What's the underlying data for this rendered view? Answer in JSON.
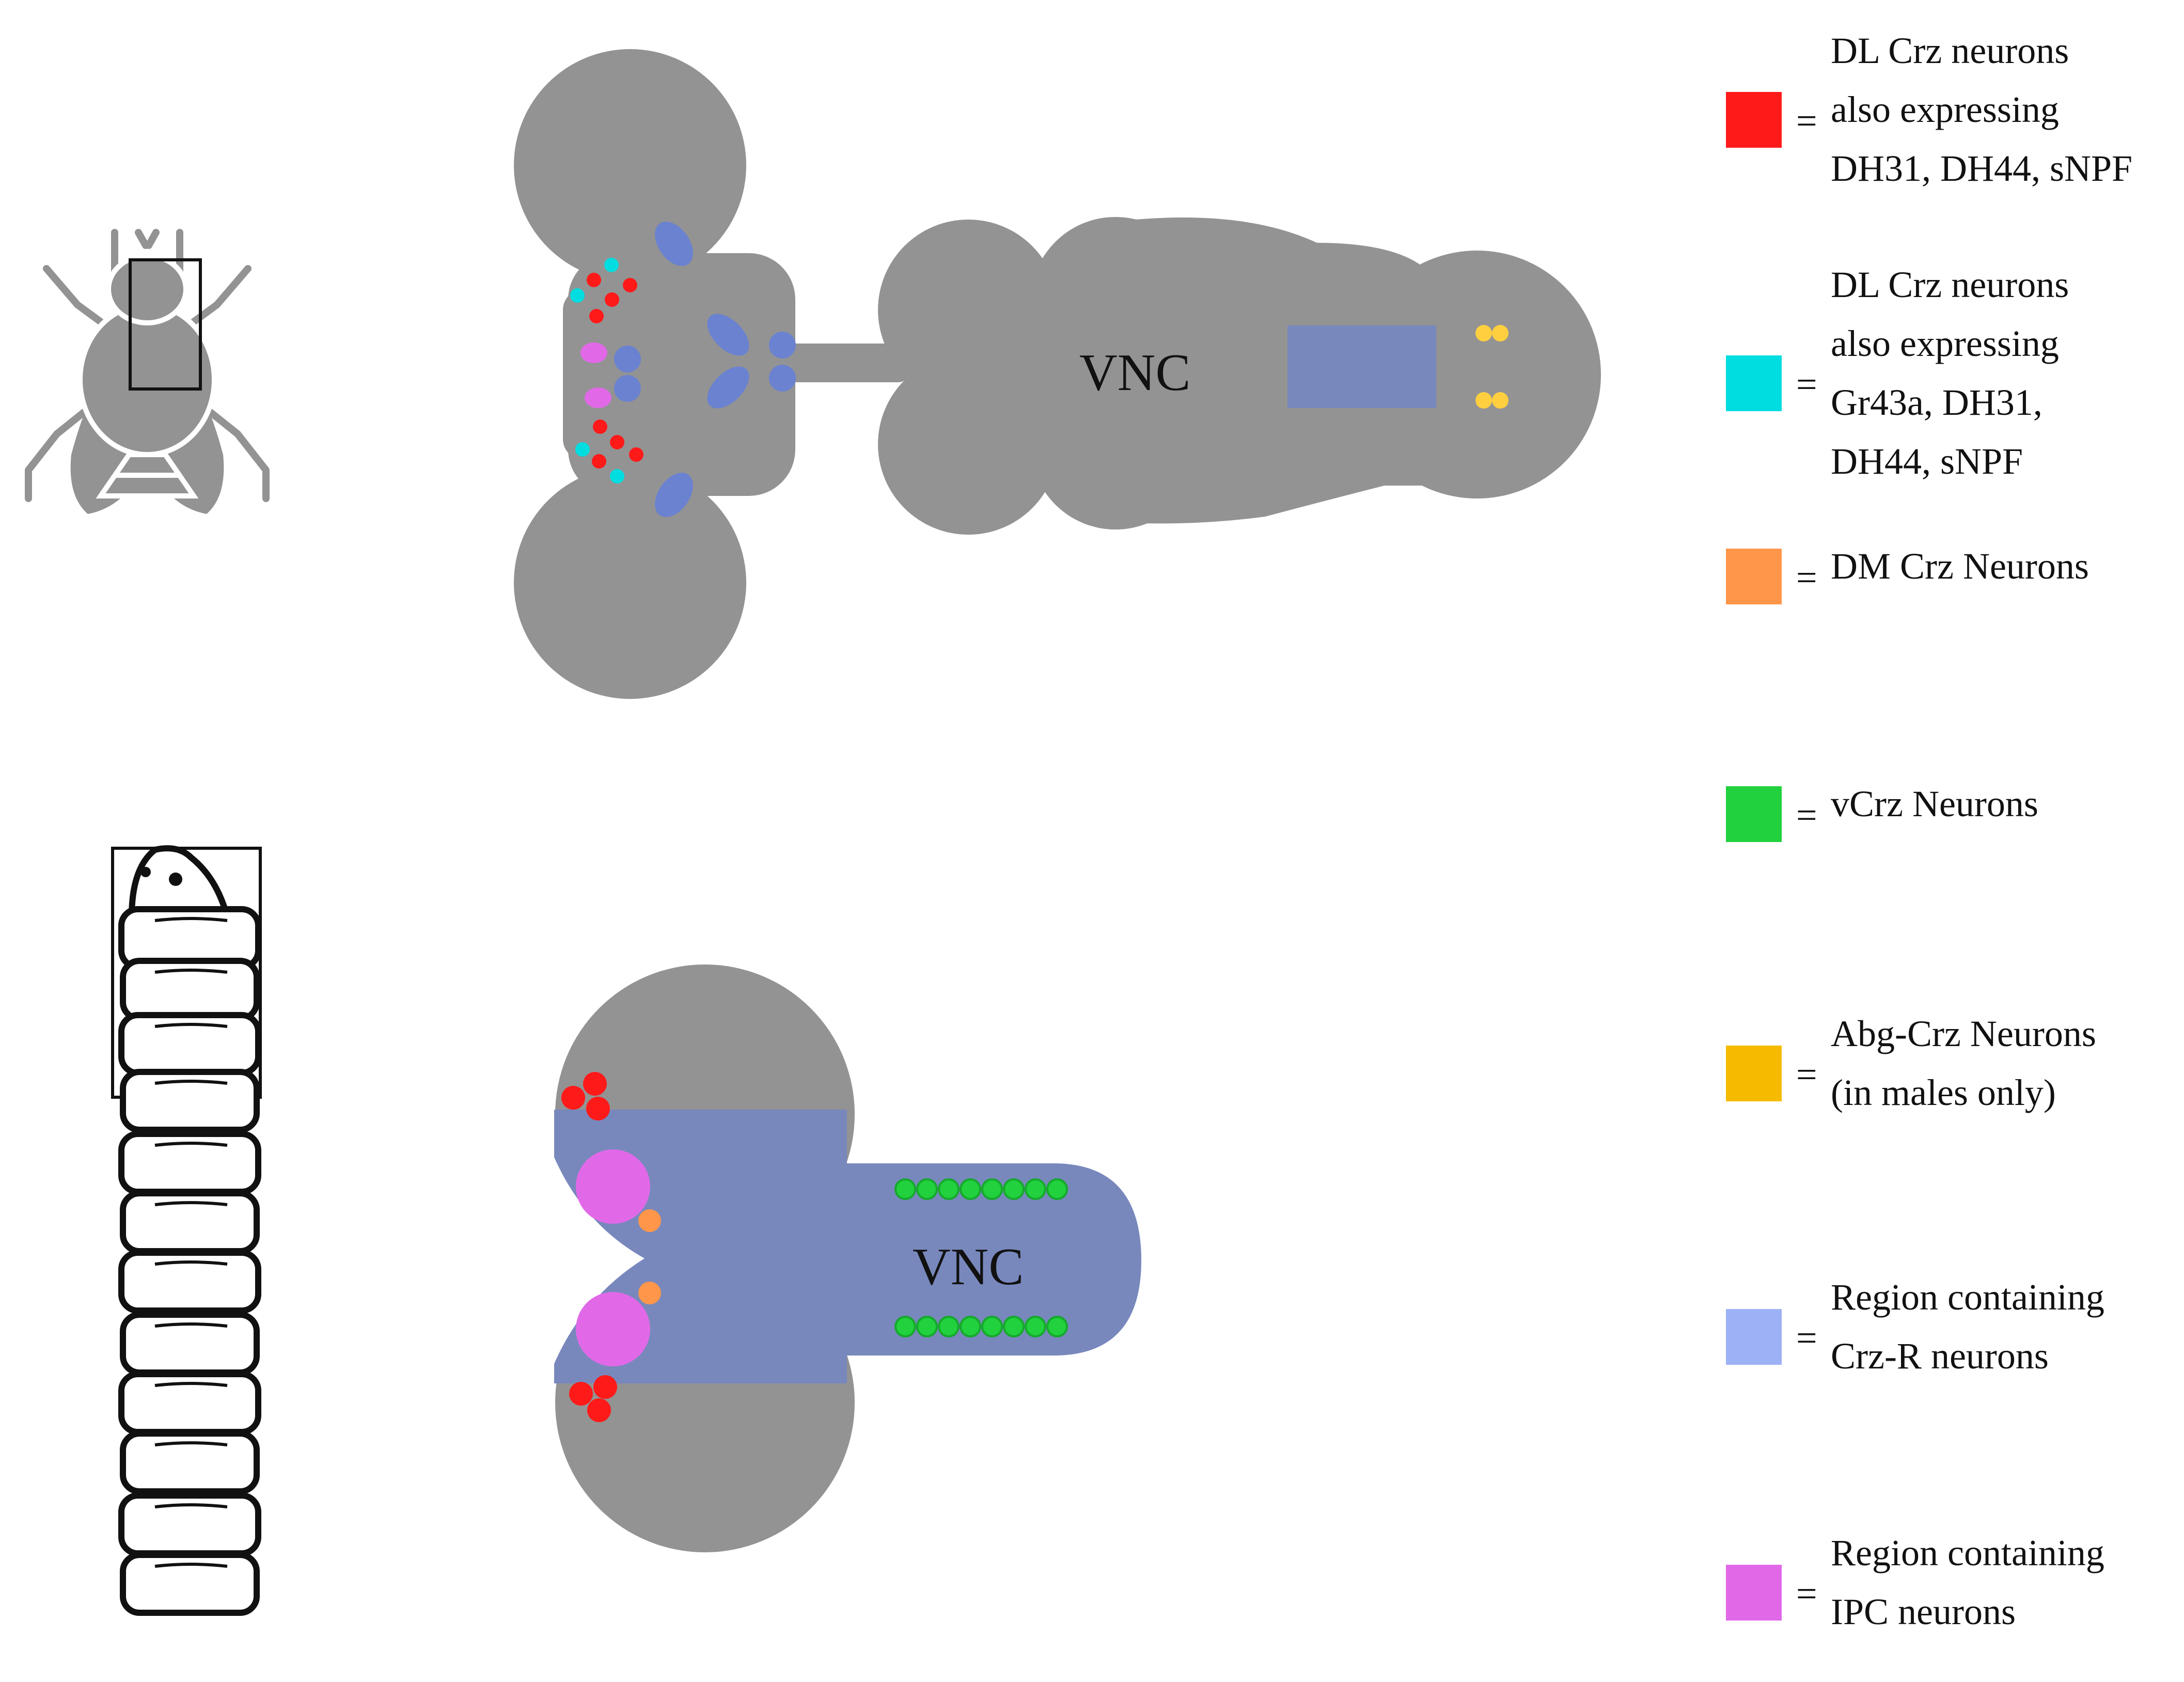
{
  "colors": {
    "tissue": "#939393",
    "crz_r_region": "#7888bc",
    "ipc_region": "#e169e8",
    "dl_crz_red": "#ff1a1a",
    "dl_crz_cyan": "#00dde0",
    "dm_crz_orange": "#ff964a",
    "vcrz_green": "#21d13d",
    "abg_crz_yellow": "#ffcf40",
    "adult_blue_cells": "#6b82d0",
    "legend_blue": "#9db1f6",
    "legend_yellow": "#f6bb00"
  },
  "icons": {
    "adult": "adult-fly-icon",
    "larva": "larva-icon"
  },
  "diagram": {
    "adult_vnc_label": "VNC",
    "larva_vnc_label": "VNC"
  },
  "legend": {
    "equals": "=",
    "items": [
      {
        "color": "#ff1a1a",
        "lines": [
          "DL Crz neurons",
          "also expressing",
          "DH31, DH44, sNPF"
        ]
      },
      {
        "color": "#00dde0",
        "lines": [
          "DL Crz neurons",
          "also expressing",
          "Gr43a, DH31,",
          "DH44, sNPF"
        ]
      },
      {
        "color": "#ff964a",
        "lines": [
          "DM Crz Neurons"
        ]
      },
      {
        "color": "#21d13d",
        "lines": [
          "vCrz Neurons"
        ]
      },
      {
        "color": "#f6bb00",
        "lines": [
          "Abg-Crz Neurons",
          "(in males only)"
        ]
      },
      {
        "color": "#9db1f6",
        "lines": [
          "Region containing",
          "Crz-R neurons"
        ]
      },
      {
        "color": "#e169e8",
        "lines": [
          "Region containing",
          "IPC neurons"
        ]
      }
    ]
  }
}
